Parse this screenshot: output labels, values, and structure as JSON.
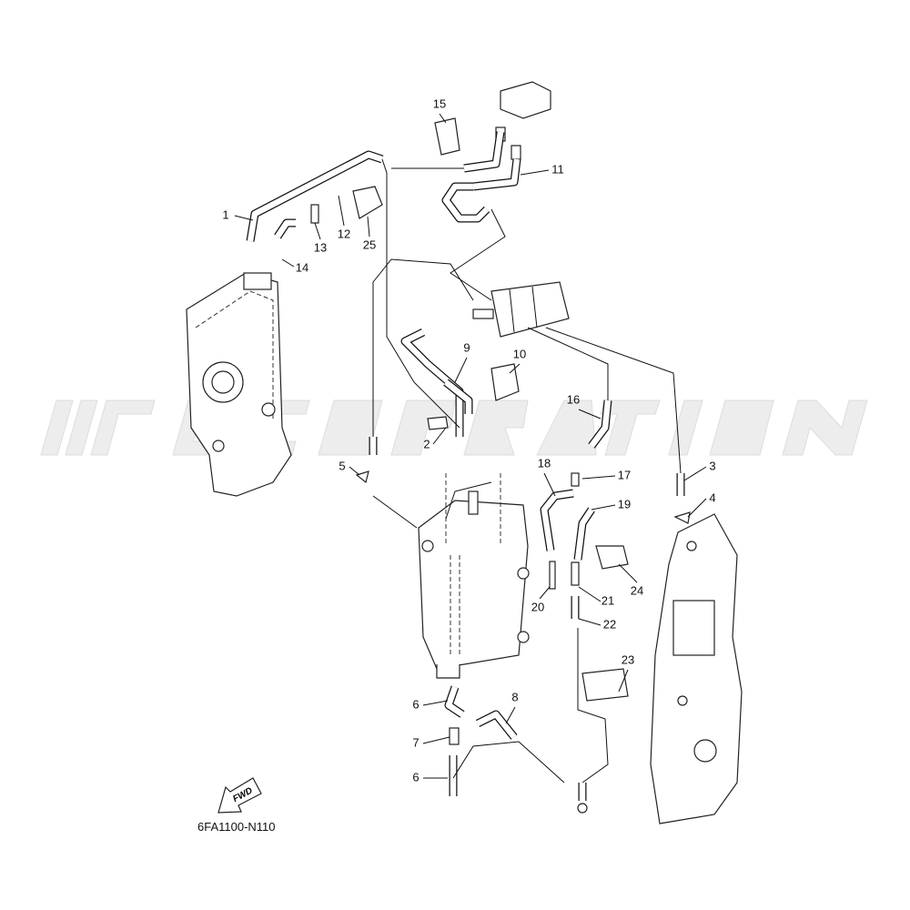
{
  "diagram": {
    "code": "6FA1100-N110",
    "fwd_label": "FWD",
    "watermark": "JSC CORPORATION",
    "callouts": [
      "1",
      "2",
      "3",
      "4",
      "5",
      "6",
      "6",
      "7",
      "8",
      "9",
      "10",
      "11",
      "12",
      "13",
      "14",
      "15",
      "16",
      "17",
      "18",
      "19",
      "20",
      "21",
      "22",
      "23",
      "24",
      "25"
    ]
  }
}
